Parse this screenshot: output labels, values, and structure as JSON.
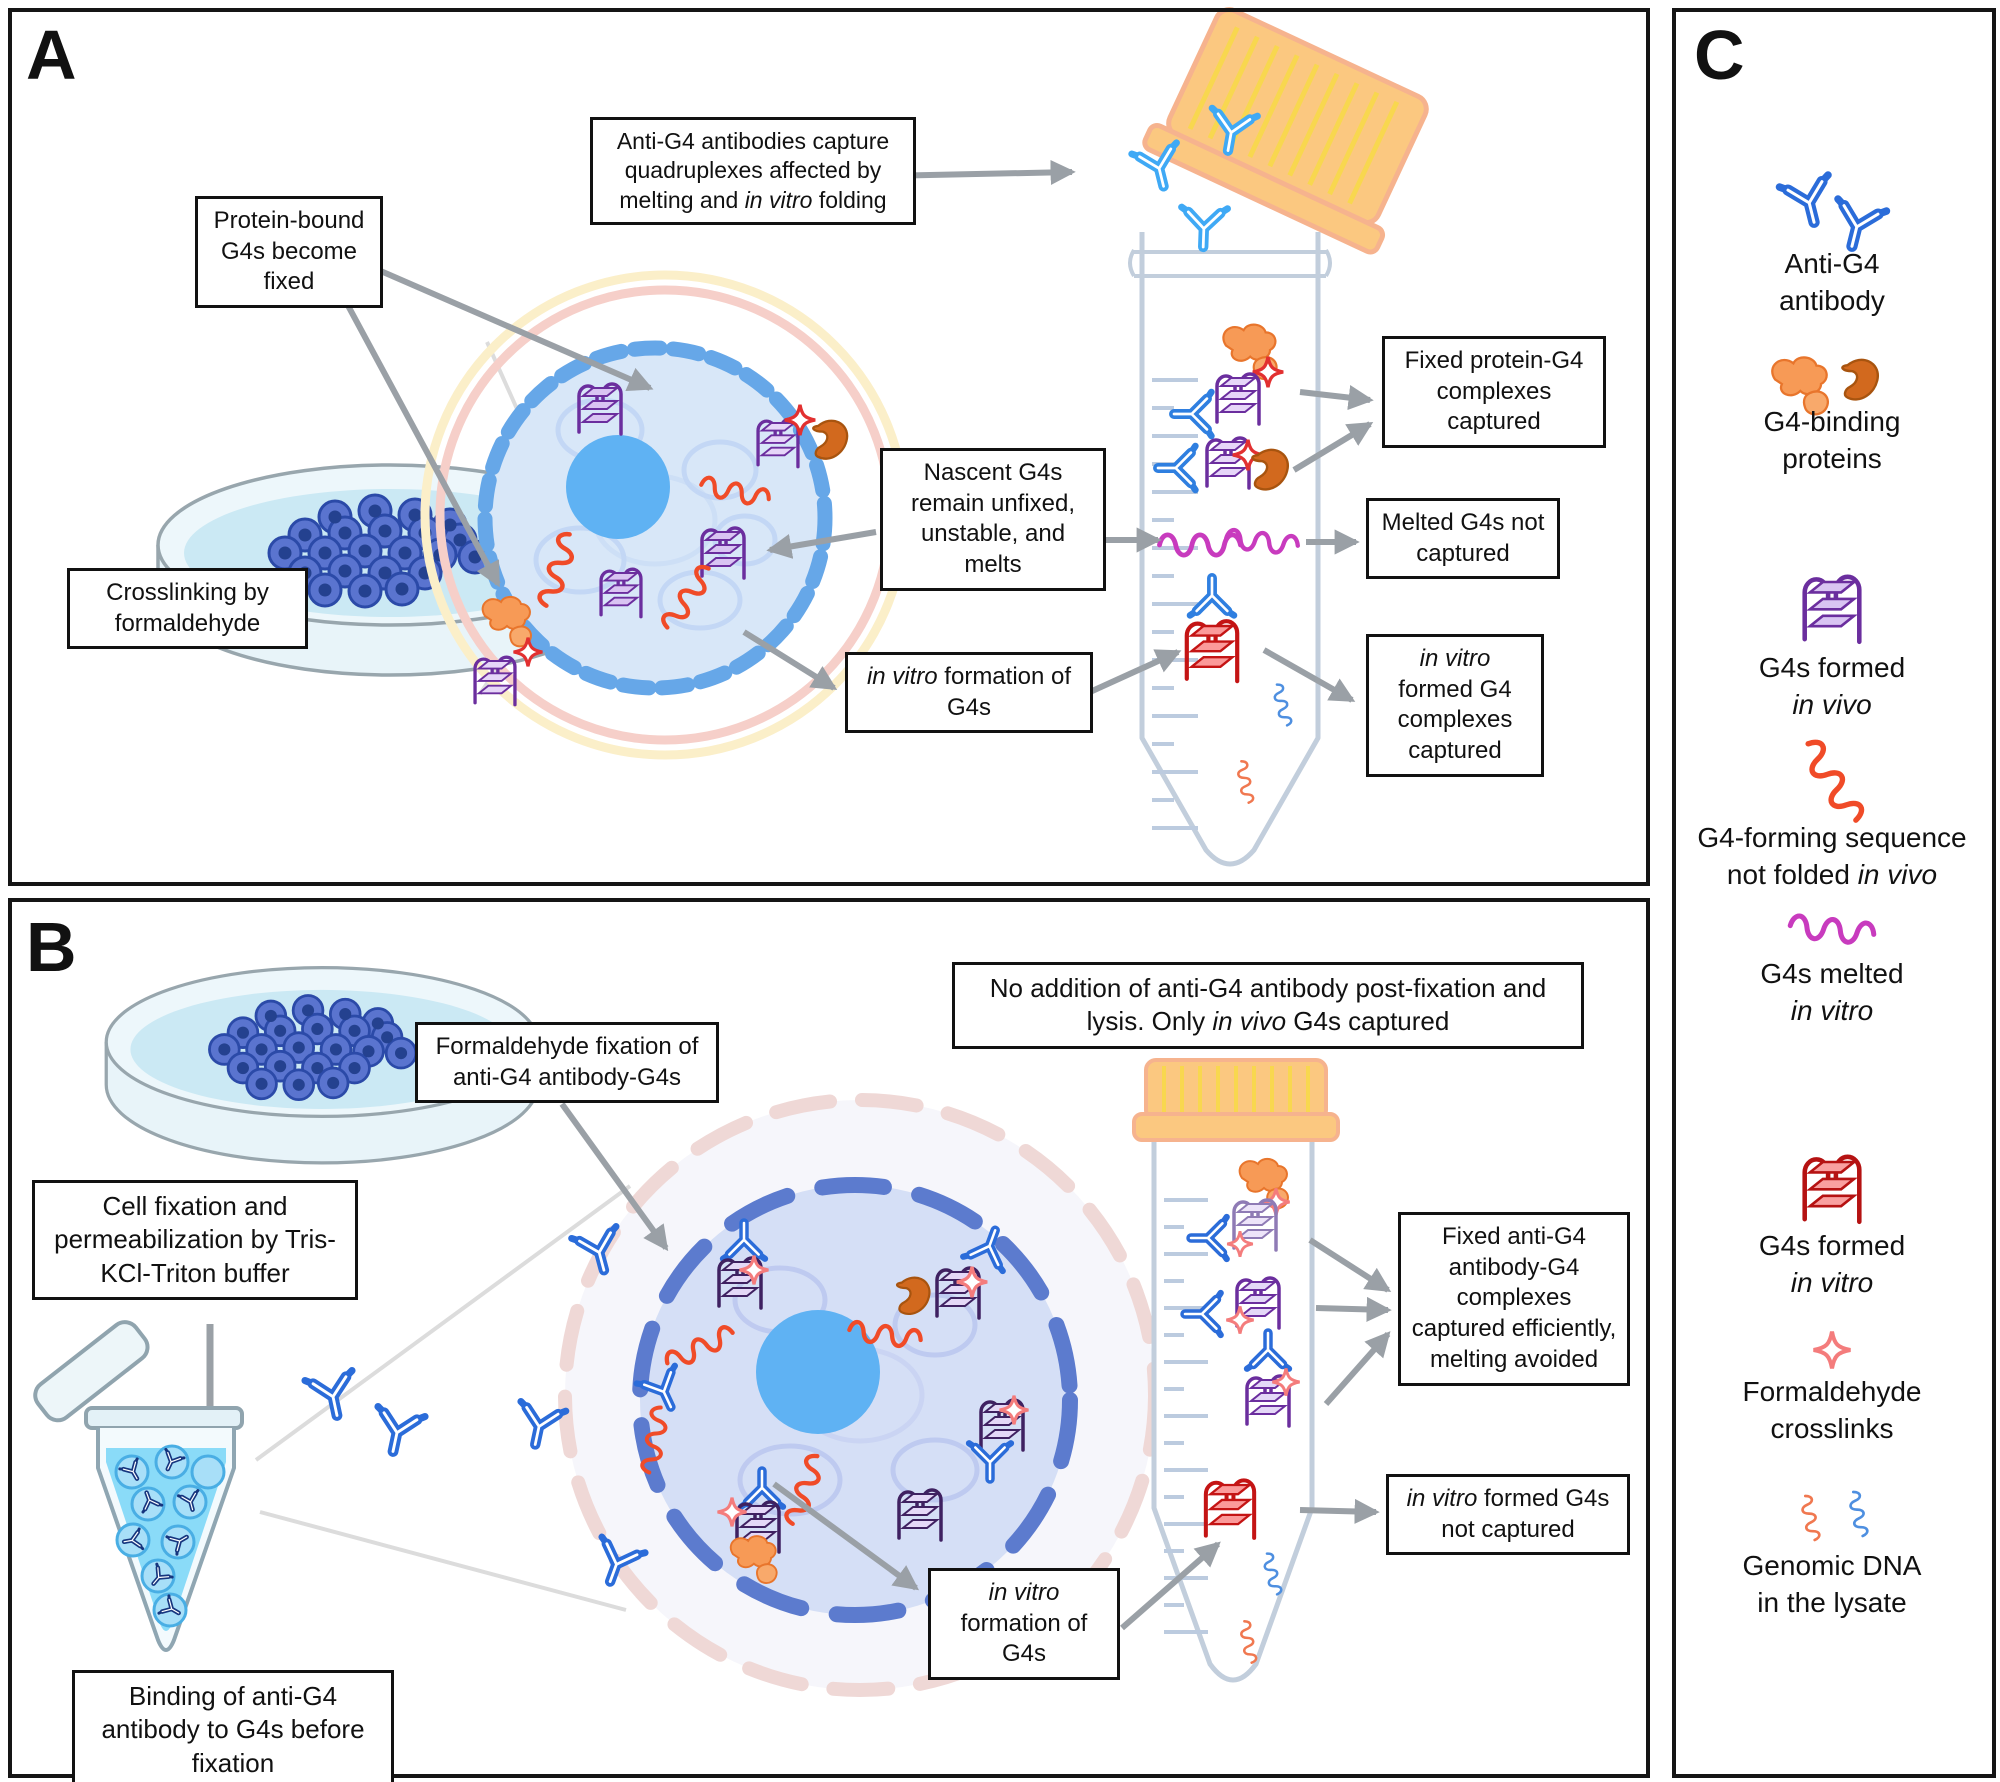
{
  "panelA": {
    "label": "A",
    "boxes": {
      "capture": {
        "pre": "Anti-G4 antibodies capture quadruplexes affected by melting and ",
        "it": "in vitro",
        "post": " folding"
      },
      "protein_bound": {
        "text": "Protein-bound G4s become fixed"
      },
      "crosslinking": {
        "text": "Crosslinking by formaldehyde"
      },
      "nascent": {
        "text": "Nascent G4s remain unfixed, unstable, and melts"
      },
      "invitro_formation": {
        "it": "in vitro",
        "post": " formation of G4s"
      },
      "fixed_captured": {
        "text": "Fixed protein-G4 complexes captured"
      },
      "melted_not_captured": {
        "text": "Melted G4s not captured"
      },
      "invitro_captured": {
        "it": "in vitro",
        "post": " formed G4 complexes captured"
      }
    }
  },
  "panelB": {
    "label": "B",
    "boxes": {
      "cell_fixation": {
        "text": "Cell fixation and permeabilization by Tris-KCl-Triton buffer"
      },
      "formaldehyde_fixation": {
        "text": "Formaldehyde fixation of anti-G4 antibody-G4s"
      },
      "no_addition": {
        "pre": "No addition of anti-G4 antibody post-fixation and lysis. Only ",
        "it": "in vivo",
        "post": " G4s captured"
      },
      "binding": {
        "text": "Binding of anti-G4 antibody to G4s before fixation"
      },
      "invitro_formation": {
        "it": "in vitro",
        "post": " formation of G4s"
      },
      "fixed_captured": {
        "text": "Fixed anti-G4 antibody-G4 complexes captured efficiently, melting avoided"
      },
      "invitro_not_captured": {
        "it": "in vitro",
        "post": " formed G4s not captured"
      }
    }
  },
  "panelC": {
    "label": "C",
    "items": [
      {
        "icon": "antibody-icon",
        "line1": "Anti-G4",
        "line2_pre": "antibody"
      },
      {
        "icon": "g4-binding-proteins-icon",
        "line1": "G4-binding",
        "line2_pre": "proteins"
      },
      {
        "icon": "g4-in-vivo-icon",
        "line1": "G4s formed",
        "line2_it": "in vivo"
      },
      {
        "icon": "g4-forming-sequence-icon",
        "line1": "G4-forming sequence",
        "line2_pre": "not folded ",
        "line2_it": "in vivo"
      },
      {
        "icon": "g4-melted-icon",
        "line1": "G4s melted",
        "line2_it": "in vitro"
      },
      {
        "icon": "g4-in-vitro-icon",
        "line1": "G4s formed",
        "line2_it": "in vitro"
      },
      {
        "icon": "formaldehyde-crosslink-icon",
        "line1": "Formaldehyde",
        "line2_pre": "crosslinks"
      },
      {
        "icon": "genomic-dna-icon",
        "line1": "Genomic DNA",
        "line2_pre": "in the lysate"
      }
    ]
  },
  "colors": {
    "arrow": "#9aa0a6",
    "antibody_light": "#3FA9F5",
    "antibody_royal": "#2B6CD9",
    "g4_in_vivo_stroke": "#6B2E9E",
    "g4_in_vivo_fill": "#D9C4F2",
    "g4_in_vitro_stroke": "#C41414",
    "g4_in_vitro_fill": "#FB9A9A",
    "protein_light": "#F79A56",
    "protein_dark": "#D2691E",
    "crosslink": "#F47C7C",
    "melted": "#C83BBE",
    "unfolded_sequence": "#F04B28",
    "cap_orange": "#FBC880",
    "genomic_blue": "#4E8FE0",
    "genomic_orange": "#F07850"
  }
}
